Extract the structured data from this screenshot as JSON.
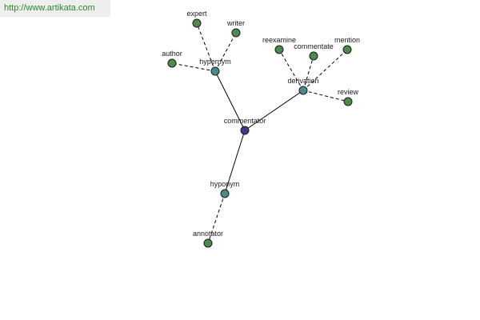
{
  "banner": {
    "url_text": "http://www.artikata.com"
  },
  "colors": {
    "central": "#3c3c8a",
    "relation": "#4a8c8c",
    "leaf": "#4f8a4a",
    "banner_text": "#2a8a2a"
  },
  "graph": {
    "nodes": [
      {
        "id": "commentator",
        "label": "commentator",
        "kind": "central"
      },
      {
        "id": "hypernym",
        "label": "hypernym",
        "kind": "relation"
      },
      {
        "id": "derivation",
        "label": "derivation",
        "kind": "relation"
      },
      {
        "id": "hyponym",
        "label": "hyponym",
        "kind": "relation"
      },
      {
        "id": "expert",
        "label": "expert",
        "kind": "leaf"
      },
      {
        "id": "writer",
        "label": "writer",
        "kind": "leaf"
      },
      {
        "id": "author",
        "label": "author",
        "kind": "leaf"
      },
      {
        "id": "reexamine",
        "label": "reexamine",
        "kind": "leaf"
      },
      {
        "id": "commentate",
        "label": "commentate",
        "kind": "leaf"
      },
      {
        "id": "mention",
        "label": "mention",
        "kind": "leaf"
      },
      {
        "id": "review",
        "label": "review",
        "kind": "leaf"
      },
      {
        "id": "annotator",
        "label": "annotator",
        "kind": "leaf"
      }
    ],
    "edges": [
      {
        "from": "commentator",
        "to": "hypernym",
        "style": "solid"
      },
      {
        "from": "commentator",
        "to": "derivation",
        "style": "solid"
      },
      {
        "from": "commentator",
        "to": "hyponym",
        "style": "solid"
      },
      {
        "from": "hypernym",
        "to": "expert",
        "style": "dashed"
      },
      {
        "from": "hypernym",
        "to": "writer",
        "style": "dashed"
      },
      {
        "from": "hypernym",
        "to": "author",
        "style": "dashed"
      },
      {
        "from": "derivation",
        "to": "reexamine",
        "style": "dashed"
      },
      {
        "from": "derivation",
        "to": "commentate",
        "style": "dashed"
      },
      {
        "from": "derivation",
        "to": "mention",
        "style": "dashed"
      },
      {
        "from": "derivation",
        "to": "review",
        "style": "dashed"
      },
      {
        "from": "hyponym",
        "to": "annotator",
        "style": "dashed"
      }
    ]
  }
}
